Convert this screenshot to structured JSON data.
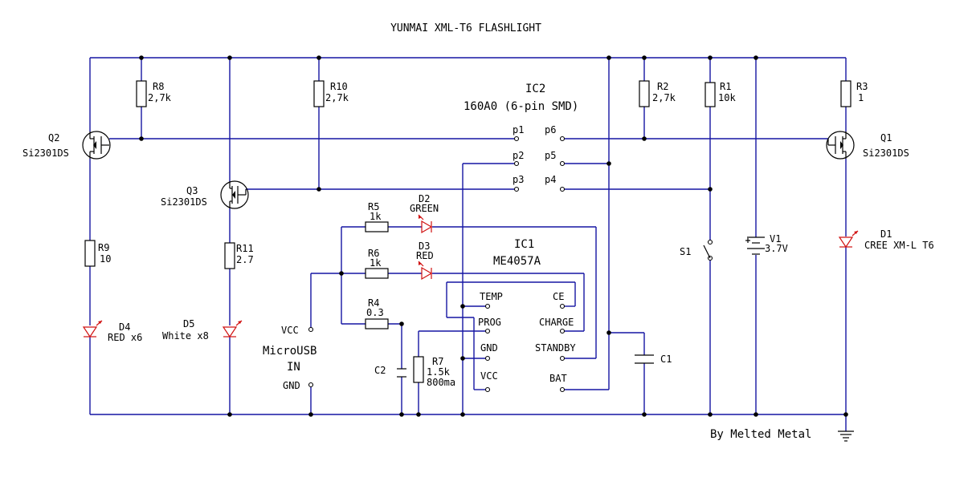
{
  "title": "YUNMAI XML-T6 FLASHLIGHT",
  "credit": "By Melted Metal",
  "colors": {
    "wire": "#1515a3",
    "led": "#d01010",
    "ink": "#000000"
  },
  "ic2": {
    "name": "IC2",
    "desc": "160A0 (6-pin SMD)",
    "pins": [
      "p1",
      "p2",
      "p3",
      "p4",
      "p5",
      "p6"
    ]
  },
  "ic1": {
    "name": "IC1",
    "desc": "ME4057A",
    "pins": [
      "TEMP",
      "PROG",
      "GND",
      "VCC",
      "CE",
      "CHARGE",
      "STANDBY",
      "BAT"
    ]
  },
  "usb": {
    "name": "MicroUSB",
    "name2": "IN",
    "vcc": "VCC",
    "gnd": "GND"
  },
  "components": {
    "r1": {
      "ref": "R1",
      "val": "10k"
    },
    "r2": {
      "ref": "R2",
      "val": "2,7k"
    },
    "r3": {
      "ref": "R3",
      "val": "1"
    },
    "r4": {
      "ref": "R4",
      "val": "0.3"
    },
    "r5": {
      "ref": "R5",
      "val": "1k"
    },
    "r6": {
      "ref": "R6",
      "val": "1k"
    },
    "r7": {
      "ref": "R7",
      "val": "1.5k",
      "val2": "800ma"
    },
    "r8": {
      "ref": "R8",
      "val": "2,7k"
    },
    "r9": {
      "ref": "R9",
      "val": "10"
    },
    "r10": {
      "ref": "R10",
      "val": "2,7k"
    },
    "r11": {
      "ref": "R11",
      "val": "2.7"
    },
    "q1": {
      "ref": "Q1",
      "val": "Si2301DS"
    },
    "q2": {
      "ref": "Q2",
      "val": "Si2301DS"
    },
    "q3": {
      "ref": "Q3",
      "val": "Si2301DS"
    },
    "d1": {
      "ref": "D1",
      "val": "CREE XM-L T6"
    },
    "d2": {
      "ref": "D2",
      "val": "GREEN"
    },
    "d3": {
      "ref": "D3",
      "val": "RED"
    },
    "d4": {
      "ref": "D4",
      "val": "RED x6"
    },
    "d5": {
      "ref": "D5",
      "val": "White x8"
    },
    "c1": {
      "ref": "C1"
    },
    "c2": {
      "ref": "C2"
    },
    "s1": {
      "ref": "S1"
    },
    "v1": {
      "ref": "V1",
      "val": "3.7V"
    }
  }
}
